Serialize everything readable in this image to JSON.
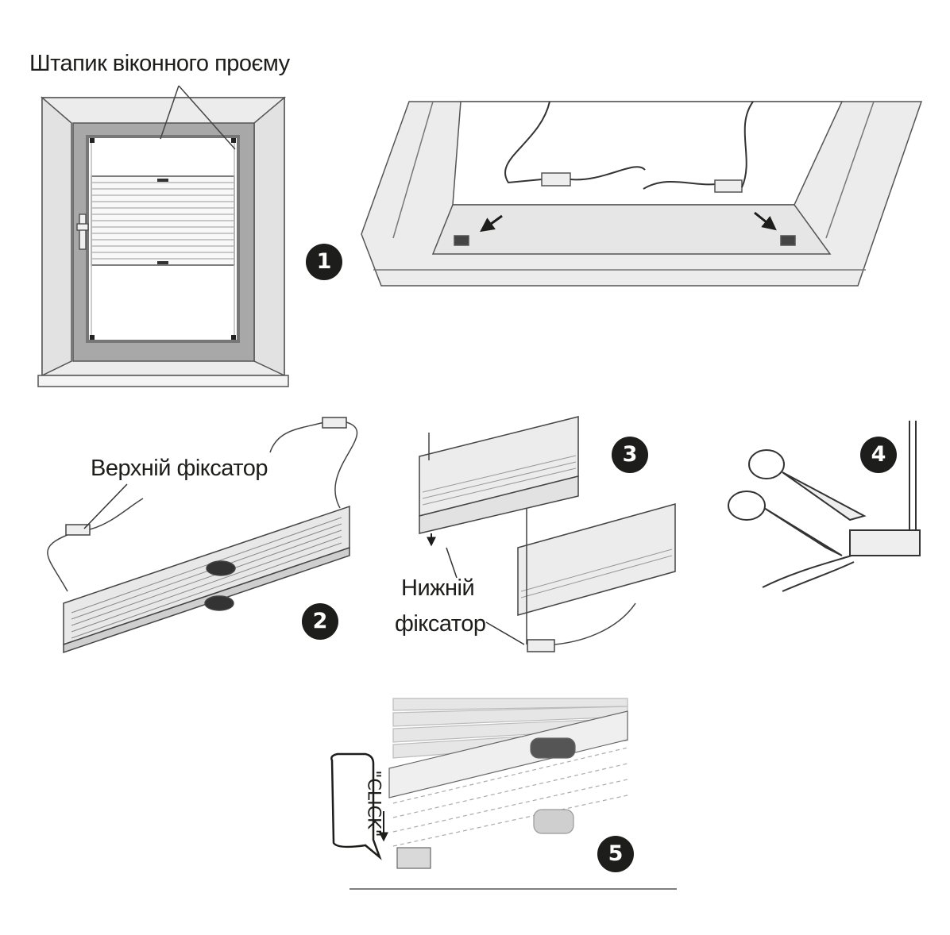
{
  "labels": {
    "window_bead": "Штапик віконного проєму",
    "top_clip": "Верхній фіксатор",
    "bottom_clip_line1": "Нижній",
    "bottom_clip_line2": "фіксатор",
    "click": "\"CLICK\""
  },
  "steps": [
    "1",
    "2",
    "3",
    "4",
    "5"
  ],
  "colors": {
    "ink": "#1d1d1b",
    "frame": "#e6e6e6",
    "frame_dark": "#9a9a9a",
    "line": "#555555"
  }
}
